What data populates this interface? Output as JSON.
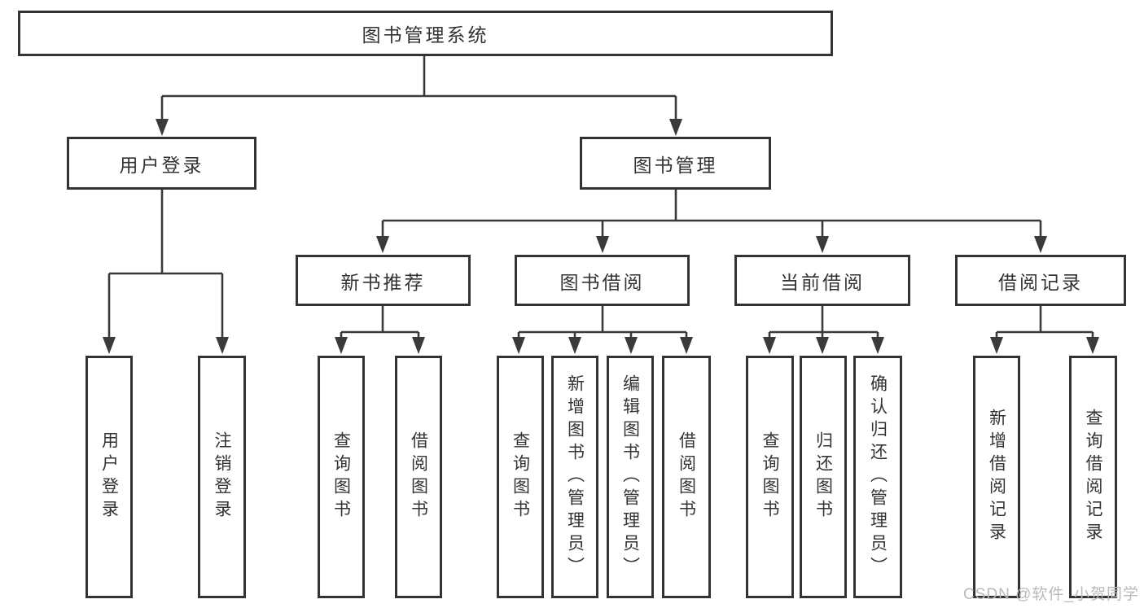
{
  "colors": {
    "background": "#ffffff",
    "line": "#3a3a3a",
    "box_border": "#333333",
    "text": "#333333",
    "watermark": "#b9b9b9"
  },
  "watermark": "CSDN @软件_小贺同学",
  "tree": {
    "root": {
      "label": "图书管理系统",
      "children": [
        {
          "label": "用户登录",
          "children": [
            {
              "label": "用户登录"
            },
            {
              "label": "注销登录"
            }
          ]
        },
        {
          "label": "图书管理",
          "children": [
            {
              "label": "新书推荐",
              "children": [
                {
                  "label": "查询图书"
                },
                {
                  "label": "借阅图书"
                }
              ]
            },
            {
              "label": "图书借阅",
              "children": [
                {
                  "label": "查询图书"
                },
                {
                  "label": "新增图书（管理员）"
                },
                {
                  "label": "编辑图书（管理员）"
                },
                {
                  "label": "借阅图书"
                }
              ]
            },
            {
              "label": "当前借阅",
              "children": [
                {
                  "label": "查询图书"
                },
                {
                  "label": "归还图书"
                },
                {
                  "label": "确认归还（管理员）"
                }
              ]
            },
            {
              "label": "借阅记录",
              "children": [
                {
                  "label": "新增借阅记录"
                },
                {
                  "label": "查询借阅记录"
                }
              ]
            }
          ]
        }
      ]
    }
  }
}
